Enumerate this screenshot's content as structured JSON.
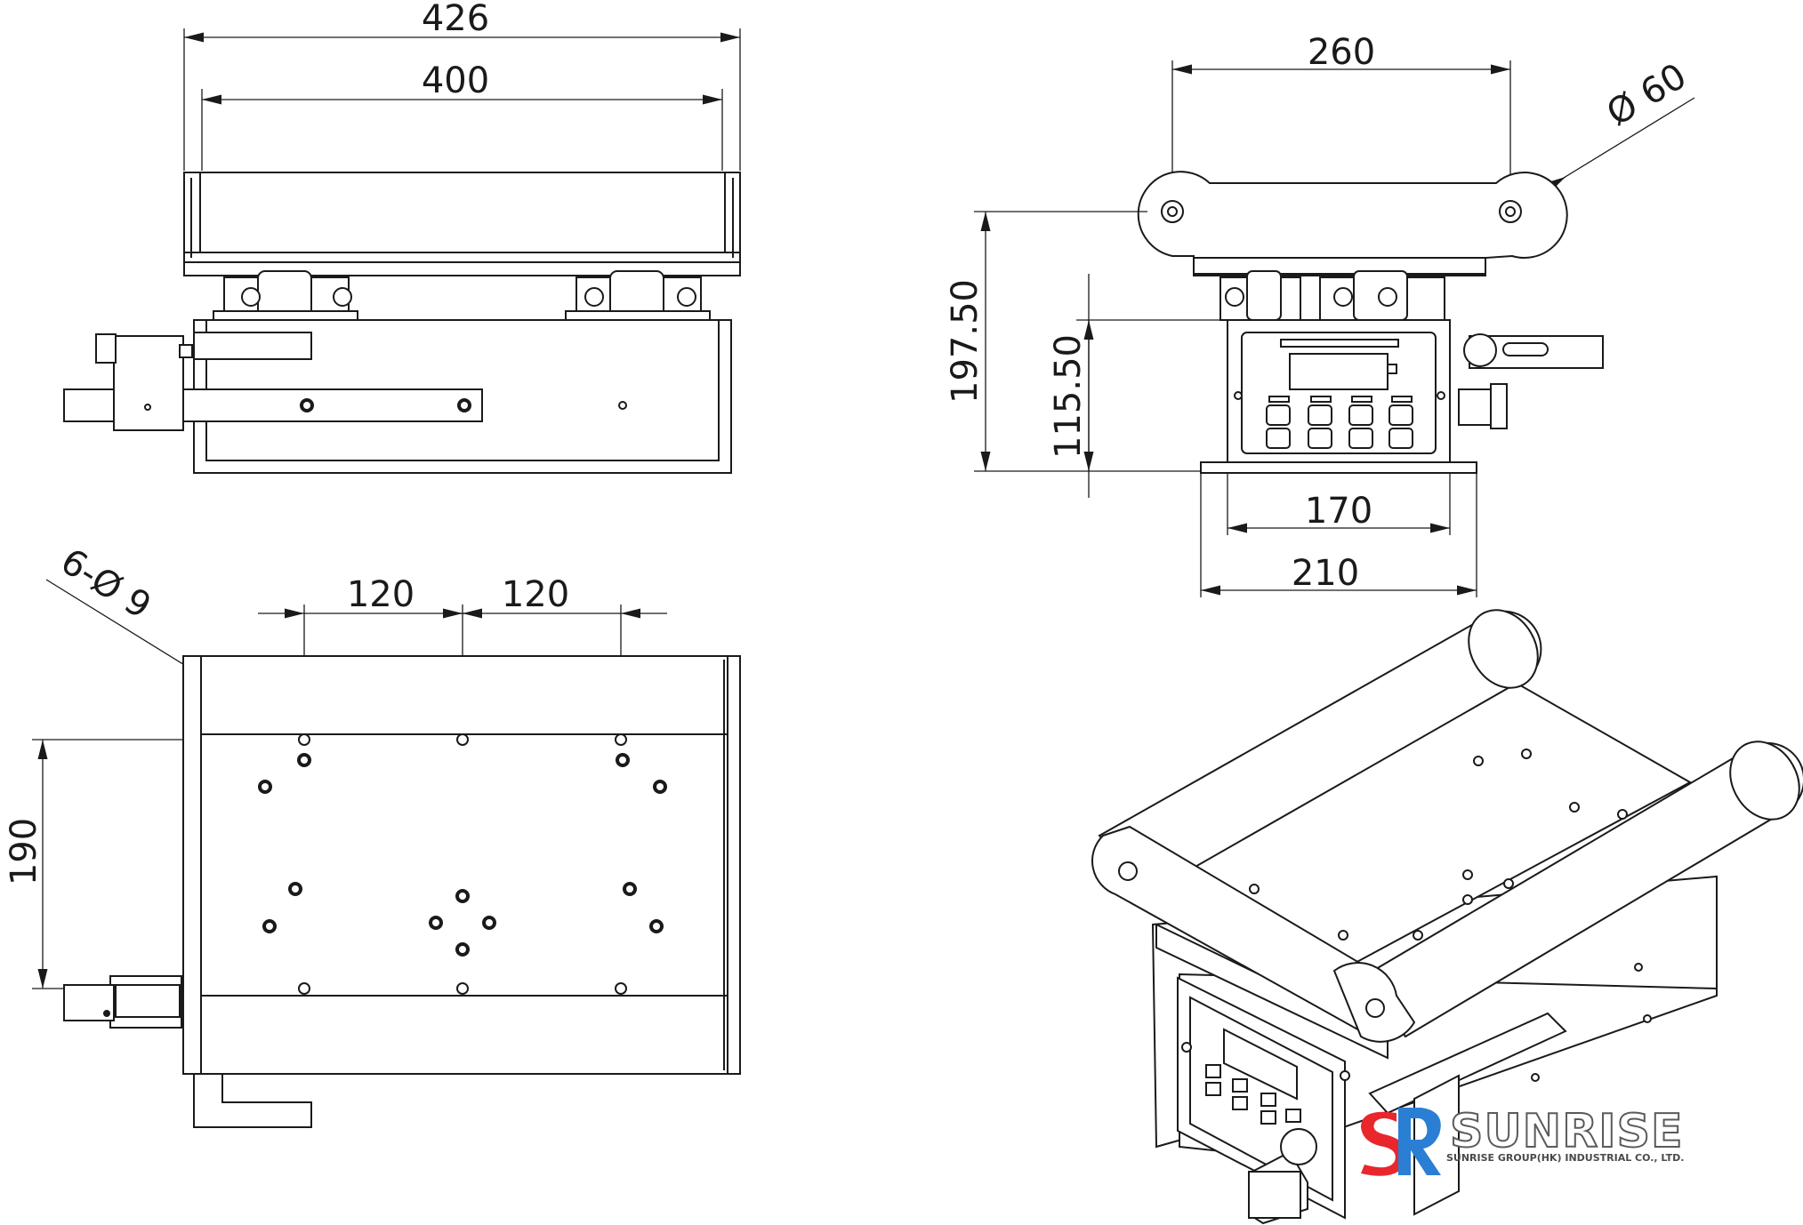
{
  "dimensions": {
    "front_outer_width": "426",
    "front_inner_width": "400",
    "side_roller_spacing": "260",
    "side_roller_diameter": "Ø 60",
    "side_total_height": "197.50",
    "side_body_height": "115.50",
    "side_body_width": "170",
    "side_base_width": "210",
    "top_hole_callout": "6-Ø 9",
    "top_hole_spacing_left": "120",
    "top_hole_spacing_right": "120",
    "top_hole_row_spacing": "190"
  },
  "logo": {
    "name": "SUNRISE",
    "tagline": "SUNRISE GROUP(HK) INDUSTRIAL CO., LTD.",
    "mark": "SR",
    "colors": {
      "s_red": "#e8262c",
      "r_blue": "#2a7fd4"
    }
  }
}
